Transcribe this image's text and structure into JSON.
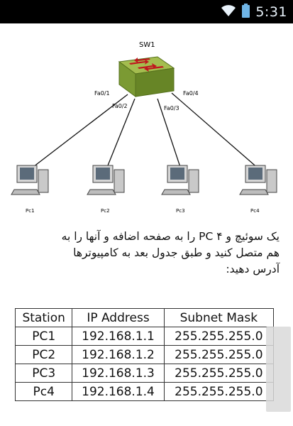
{
  "status_bar": {
    "time": "5:31",
    "icons": [
      "wifi-icon",
      "battery-icon"
    ]
  },
  "diagram": {
    "switch_label": "SW1",
    "ports": [
      "Fa0/1",
      "Fa0/2",
      "Fa0/3",
      "Fa0/4"
    ],
    "pcs": [
      "Pc1",
      "Pc2",
      "Pc3",
      "Pc4"
    ],
    "colors": {
      "switch_top": "#9fb84a",
      "switch_side": "#6d8a2b",
      "arrow": "#c0161e"
    }
  },
  "instructions": {
    "line1": "یک سوئیچ و ۴ PC را به صفحه اضافه و آنها را به",
    "line2": "هم متصل کنید و طبق جدول بعد به کامپیوترها",
    "line3": "آدرس دهید:"
  },
  "table": {
    "headers": [
      "Station",
      "IP Address",
      "Subnet Mask"
    ],
    "rows": [
      [
        "PC1",
        "192.168.1.1",
        "255.255.255.0"
      ],
      [
        "PC2",
        "192.168.1.2",
        "255.255.255.0"
      ],
      [
        "PC3",
        "192.168.1.3",
        "255.255.255.0"
      ],
      [
        "Pc4",
        "192.168.1.4",
        "255.255.255.0"
      ]
    ]
  }
}
